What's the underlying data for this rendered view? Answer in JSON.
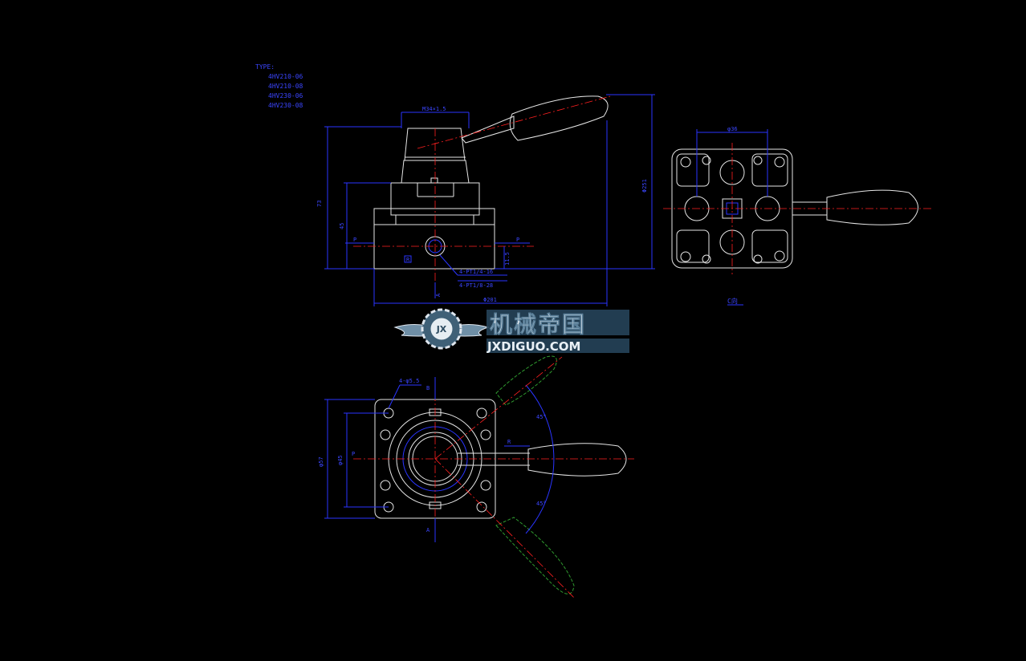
{
  "type_block": {
    "heading": "TYPE:",
    "models": [
      "4HV210-06",
      "4HV210-08",
      "4HV230-06",
      "4HV230-08"
    ]
  },
  "front_view": {
    "thread_dim": "M34×1.5",
    "height_overall": "Φ251",
    "height_left": "73",
    "height_mid": "45",
    "height_small": "11.5",
    "width_bottom": "Φ201",
    "port_note_1": "4-PT1/4-16",
    "port_note_2": "4-PT1/8-28",
    "port_left": "P",
    "port_right": "P",
    "port_mark": "R",
    "port_bottom": "A"
  },
  "side_view": {
    "dim_top": "φ36",
    "view_label": "C向"
  },
  "top_view": {
    "holes_note": "4-φ5.5",
    "label_b": "B",
    "label_a": "A",
    "label_p": "P",
    "label_r": "R",
    "dim_outer": "φ57",
    "dim_inner": "φ45",
    "angle_upper": "45°",
    "angle_lower": "45°"
  },
  "watermark": {
    "brand": "机械帝国",
    "url": "JXDIGUO.COM",
    "emblem": "JX"
  },
  "colors": {
    "background": "#000000",
    "outline": "#e6e6e6",
    "dimension": "#2a35ff",
    "centerline": "#ff2020",
    "phantom": "#2f9a2f"
  }
}
